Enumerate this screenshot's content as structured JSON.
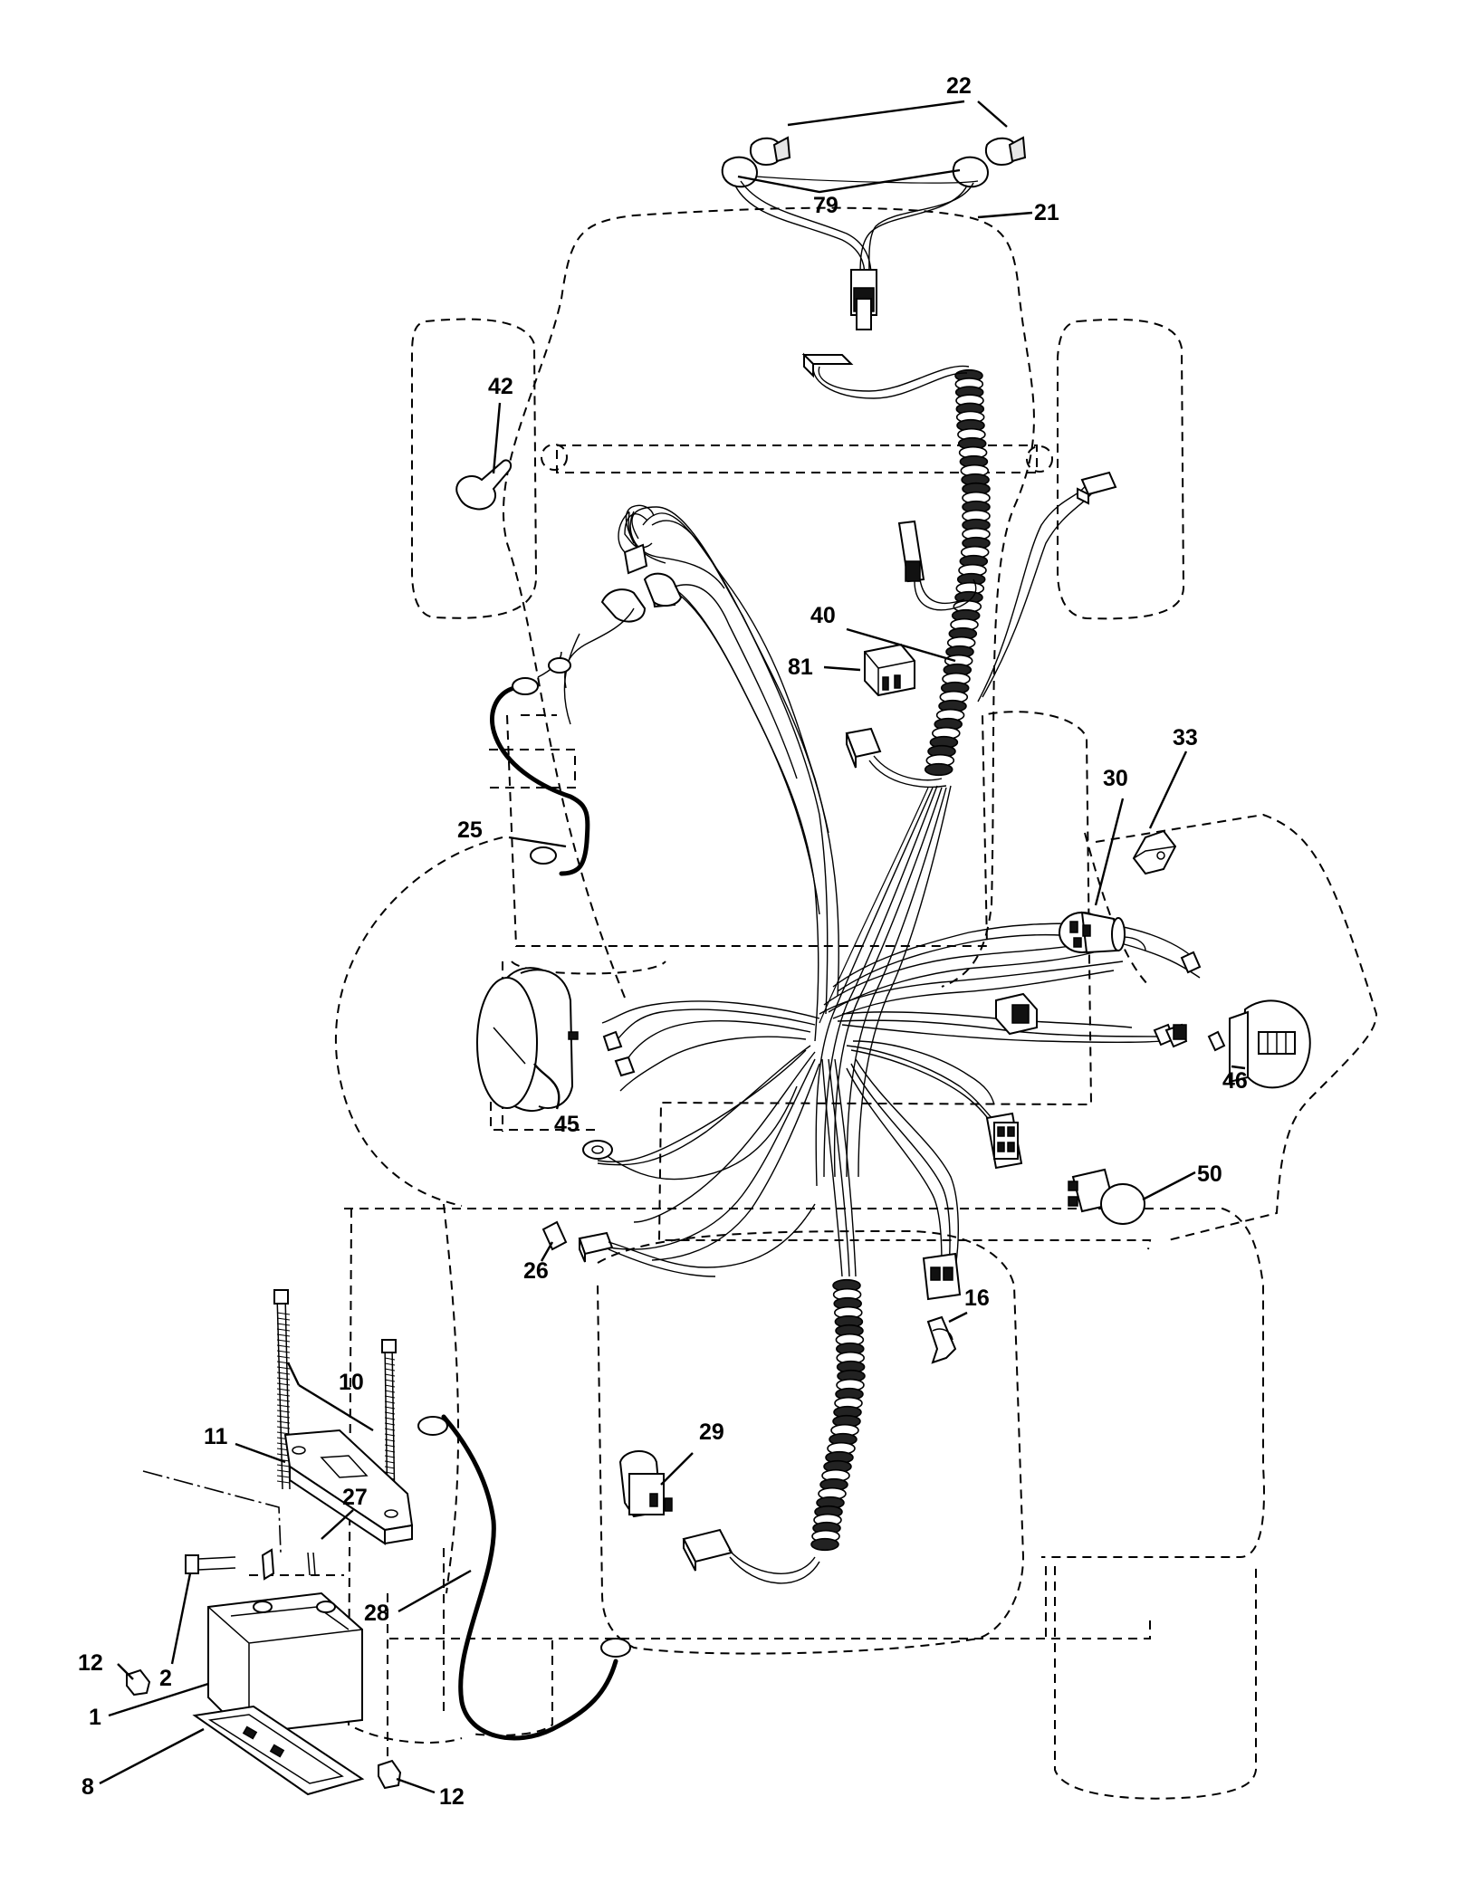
{
  "diagram": {
    "callouts": [
      {
        "id": "22",
        "text": "22"
      },
      {
        "id": "79",
        "text": "79"
      },
      {
        "id": "21",
        "text": "21"
      },
      {
        "id": "42",
        "text": "42"
      },
      {
        "id": "40",
        "text": "40"
      },
      {
        "id": "81",
        "text": "81"
      },
      {
        "id": "25",
        "text": "25"
      },
      {
        "id": "33",
        "text": "33"
      },
      {
        "id": "30",
        "text": "30"
      },
      {
        "id": "45",
        "text": "45"
      },
      {
        "id": "46",
        "text": "46"
      },
      {
        "id": "50",
        "text": "50"
      },
      {
        "id": "26",
        "text": "26"
      },
      {
        "id": "16",
        "text": "16"
      },
      {
        "id": "10",
        "text": "10"
      },
      {
        "id": "11",
        "text": "11"
      },
      {
        "id": "29",
        "text": "29"
      },
      {
        "id": "27",
        "text": "27"
      },
      {
        "id": "28",
        "text": "28"
      },
      {
        "id": "12a",
        "text": "12"
      },
      {
        "id": "2",
        "text": "2"
      },
      {
        "id": "1",
        "text": "1"
      },
      {
        "id": "8",
        "text": "8"
      },
      {
        "id": "12b",
        "text": "12"
      }
    ]
  }
}
